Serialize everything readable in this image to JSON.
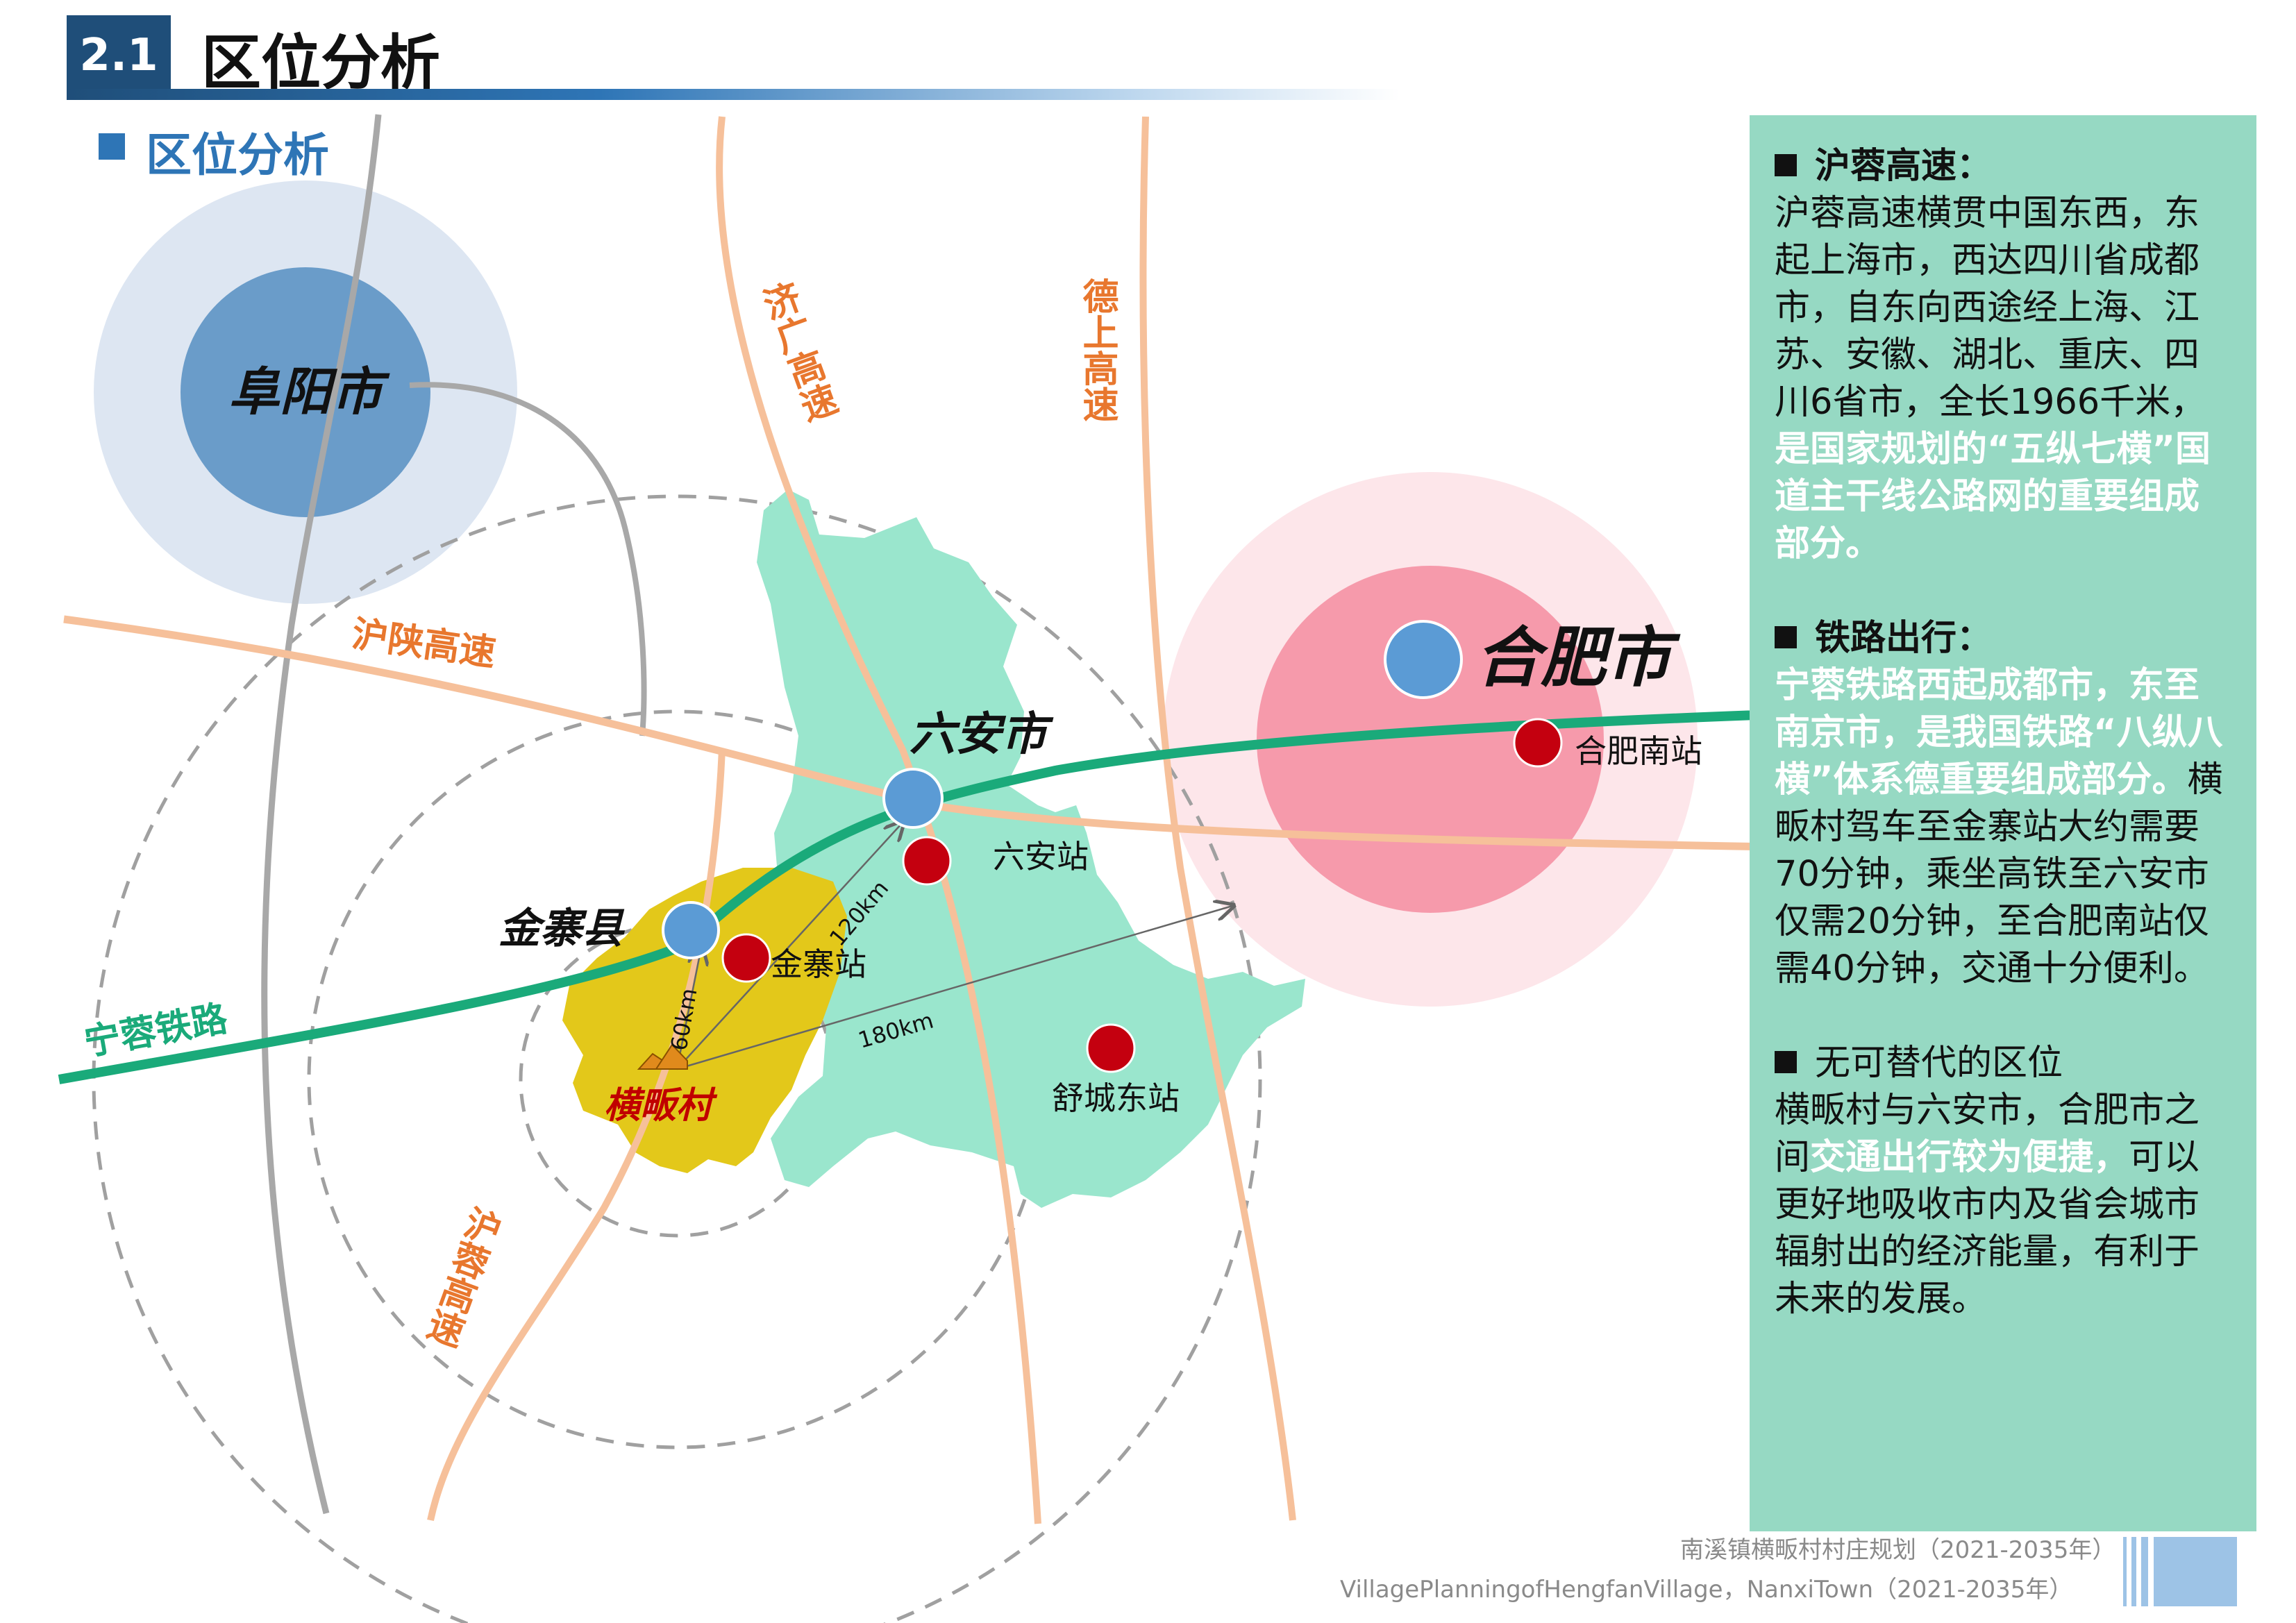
{
  "header": {
    "number": "2.1",
    "title": "区位分析"
  },
  "subtitle": "区位分析",
  "map": {
    "cities": {
      "fuyang": "阜阳市",
      "hefei": "合肥市",
      "luan": "六安市",
      "jinzhai": "金寨县",
      "village": "横畈村"
    },
    "highways": {
      "jiguang": "济广高速",
      "deshang": "德上高速",
      "hushan": "沪陕高速",
      "hurong": "沪蓉高速"
    },
    "railway": "宁蓉铁路",
    "stations": {
      "hefei_south": "合肥南站",
      "luan": "六安站",
      "jinzhai": "金寨站",
      "shucheng_east": "舒城东站"
    },
    "distances": {
      "d60": "60km",
      "d120": "120km",
      "d180": "180km"
    }
  },
  "panel": {
    "sec1_head": "沪蓉高速：",
    "sec1_text": "沪蓉高速横贯中国东西，东起上海市，西达四川省成都市，自东向西途经上海、江苏、安徽、湖北、重庆、四川6省市，全长1966千米，",
    "sec1_hl": "是国家规划的“五纵七横”国道主干线公路网的重要组成部分。",
    "sec2_head": "铁路出行：",
    "sec2_hl": "宁蓉铁路西起成都市，东至南京市，是我国铁路“八纵八横”体系德重要组成部分。",
    "sec2_text": "横畈村驾车至金寨站大约需要70分钟，乘坐高铁至六安市仅需20分钟，至合肥南站仅需40分钟，交通十分便利。",
    "sec3_head": "无可替代的区位",
    "sec3_text1": "横畈村与六安市，合肥市之间",
    "sec3_hl": "交通出行较为便捷，",
    "sec3_text2": "可以更好地吸收市内及省会城市辐射出的经济能量，有利于未来的发展。"
  },
  "footer": {
    "cn": "南溪镇横畈村村庄规划（2021-2035年）",
    "en": "VillagePlanningofHengfanVillage，NanxiTown（2021-2035年）"
  },
  "colors": {
    "header_blue": "#1f4e79",
    "accent_blue": "#2e75b6",
    "luan_green": "#9ae6cd",
    "jinzhai_yellow": "#e3c81a",
    "railway_green": "#1aaa7a",
    "highway_orange": "#f6c09a",
    "hefei_pink": "#f48ca0",
    "station_red": "#c4000f",
    "label_orange": "#e8772e",
    "panel_green": "#96d9c3"
  }
}
